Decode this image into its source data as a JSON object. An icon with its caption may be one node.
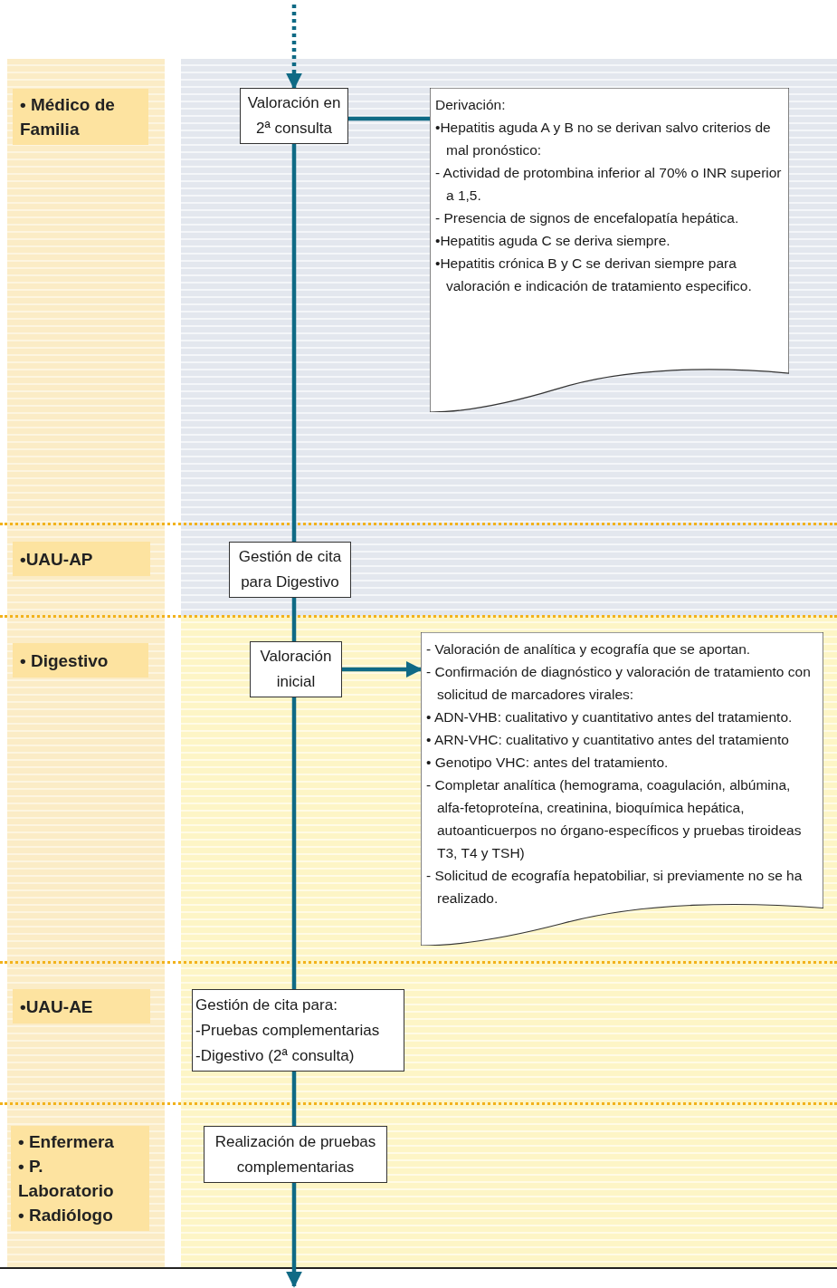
{
  "diagram": {
    "nodes": [
      {
        "text": [
          "• Médico de Familia"
        ]
      },
      {
        "text": [
          "Valoración en 2ª consulta"
        ]
      },
      {
        "text": [
          "Derivación:",
          "•Hepatitis aguda A y B no se derivan salvo criterios de mal pronóstico:",
          "- Actividad de protombina inferior al 70% o INR superior a 1,5.",
          "- Presencia de signos de encefalopatía hepática.",
          "•Hepatitis aguda C se deriva siempre.",
          "•Hepatitis crónica B y C se derivan siempre para valoración e indicación de tratamiento especifico."
        ]
      },
      {
        "text": [
          "•UAU-AP"
        ]
      },
      {
        "text": [
          "Gestión de cita para Digestivo"
        ]
      },
      {
        "text": [
          "• Digestivo"
        ]
      },
      {
        "text": [
          "Valoración inicial"
        ]
      },
      {
        "text": [
          "- Valoración de analítica y ecografía que se aportan.",
          "- Confirmación de diagnóstico y valoración de tratamiento con solicitud de marcadores virales:",
          "• ADN-VHB: cualitativo y cuantitativo antes del tratamiento.",
          "• ARN-VHC: cualitativo y cuantitativo antes del tratamiento",
          "• Genotipo VHC: antes del tratamiento.",
          "- Completar analítica (hemograma, coagulación, albúmina, alfa-fetoproteína, creatinina, bioquímica hepática, autoanticuerpos no órgano-específicos y pruebas tiroideas T3, T4 y TSH)",
          "- Solicitud de ecografía hepatobiliar, si previamente no se ha realizado."
        ]
      },
      {
        "text": [
          "•UAU-AE"
        ]
      },
      {
        "text": [
          "Gestión de cita para:",
          "-Pruebas complementarias",
          "-Digestivo (2ª consulta)"
        ]
      },
      {
        "text": [
          "• Enfermera",
          "• P. Laboratorio",
          "• Radiólogo"
        ]
      },
      {
        "text": [
          "Realización de pruebas complementarias"
        ]
      }
    ],
    "edges": [
      {
        "from": null,
        "to": 1,
        "arrow": "to",
        "style": "dashed"
      },
      {
        "from": 1,
        "to": 2,
        "arrow": "none"
      },
      {
        "from": 1,
        "to": 4,
        "arrow": "none"
      },
      {
        "from": 4,
        "to": 6,
        "arrow": "none"
      },
      {
        "from": 6,
        "to": 7,
        "arrow": "to"
      },
      {
        "from": 6,
        "to": 9,
        "arrow": "none"
      },
      {
        "from": 9,
        "to": 11,
        "arrow": "none"
      },
      {
        "from": 11,
        "to": null,
        "arrow": "to"
      }
    ]
  }
}
